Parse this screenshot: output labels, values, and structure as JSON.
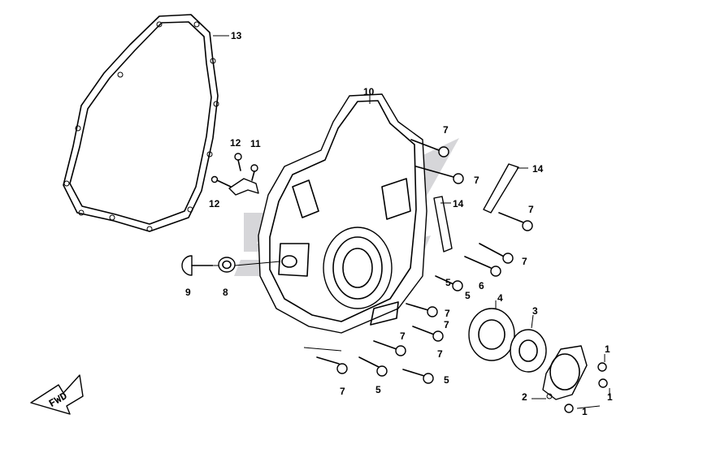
{
  "diagram": {
    "callouts": [
      "13",
      "10",
      "12",
      "11",
      "12",
      "7",
      "7",
      "14",
      "14",
      "7",
      "9",
      "8",
      "7",
      "6",
      "5",
      "4",
      "3",
      "5",
      "7",
      "7",
      "1",
      "7",
      "7",
      "7",
      "5",
      "5",
      "1",
      "2",
      "1"
    ],
    "direction_label": "FWD",
    "watermark": "SYM"
  },
  "colors": {
    "line": "#000000",
    "background": "#ffffff",
    "watermark": "#c8c8cc"
  }
}
